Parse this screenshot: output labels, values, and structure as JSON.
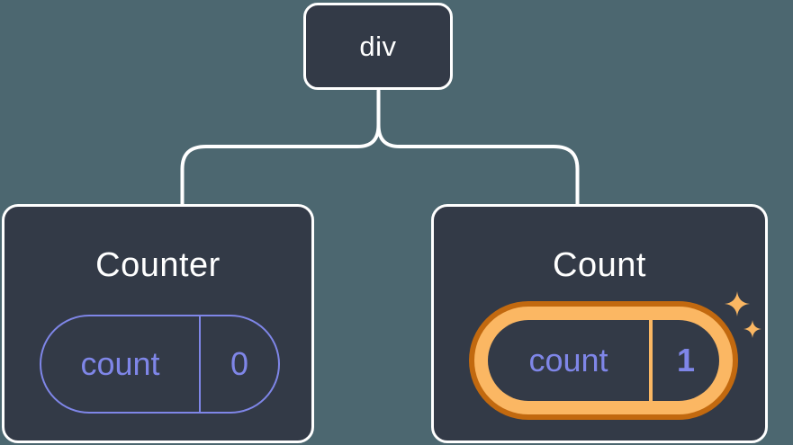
{
  "diagram": {
    "description": "Component tree with one parent node and two child component cards holding state",
    "root_node": {
      "label": "div"
    },
    "children": [
      {
        "title": "Counter",
        "state_key": "count",
        "state_value": "0",
        "highlighted": false
      },
      {
        "title": "Count",
        "state_key": "count",
        "state_value": "1",
        "highlighted": true
      }
    ]
  },
  "icons": {
    "highlight_decoration": "sparkle-icon"
  },
  "colors": {
    "background": "#4C6770",
    "node_fill": "#333A47",
    "node_border": "#FFFFFF",
    "title_text": "#FFFFFF",
    "state_accent": "#7F86E8",
    "highlight_outer": "#C2690F",
    "highlight_inner": "#FBB763",
    "connector": "#FFFFFF"
  }
}
